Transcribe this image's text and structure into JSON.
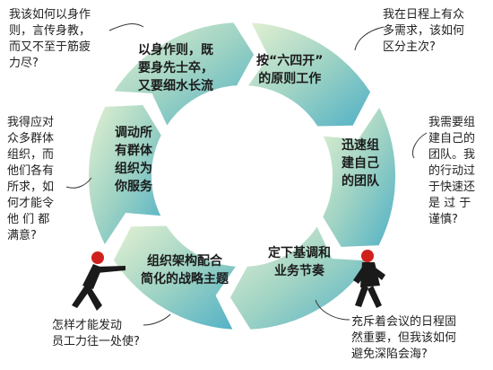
{
  "segments": [
    {
      "lines": [
        "以身作则，既",
        "要身先士卒，",
        "又要细水长流"
      ]
    },
    {
      "lines": [
        "按“六四开”",
        "的原则工作"
      ]
    },
    {
      "lines": [
        "迅速组",
        "建自己",
        "的团队"
      ]
    },
    {
      "lines": [
        "定下基调和",
        "业务节奏"
      ]
    },
    {
      "lines": [
        "组织架构配合",
        "简化的战略主题"
      ]
    },
    {
      "lines": [
        "调动所",
        "有群体",
        "组织为",
        "你服务"
      ]
    }
  ],
  "questions": {
    "top_left": [
      "我该如何以身作",
      "则，言传身教，",
      "而又不至于筋疲",
      "力尽?"
    ],
    "top_right": [
      "我在日程上有众",
      "多需求，该如何",
      "区分主次?"
    ],
    "right": [
      "我需要组",
      "建自己的",
      "团队。我",
      "的行动过",
      "于快速还",
      "是 过 于",
      "谨慎?"
    ],
    "bottom_right": [
      "充斥着会议的日程固",
      "然重要，但我该如何",
      "避免深陷会海?"
    ],
    "bottom_left": [
      "怎样才能发动",
      "员工力往一处使?"
    ],
    "left": [
      "我得应对",
      "众多群体",
      "组织，而",
      "他们各有",
      "所求，如",
      "何才能令",
      "他 们 都",
      "满意?"
    ]
  },
  "colors": {
    "ring_light": "#e4f1d2",
    "ring_mid": "#9fd3c4",
    "ring_dark": "#4fb0c6",
    "figure_body": "#1a1a1a",
    "figure_head": "#d0201c"
  },
  "icons": [
    "pushing-man-icon",
    "struggling-man-icon"
  ]
}
